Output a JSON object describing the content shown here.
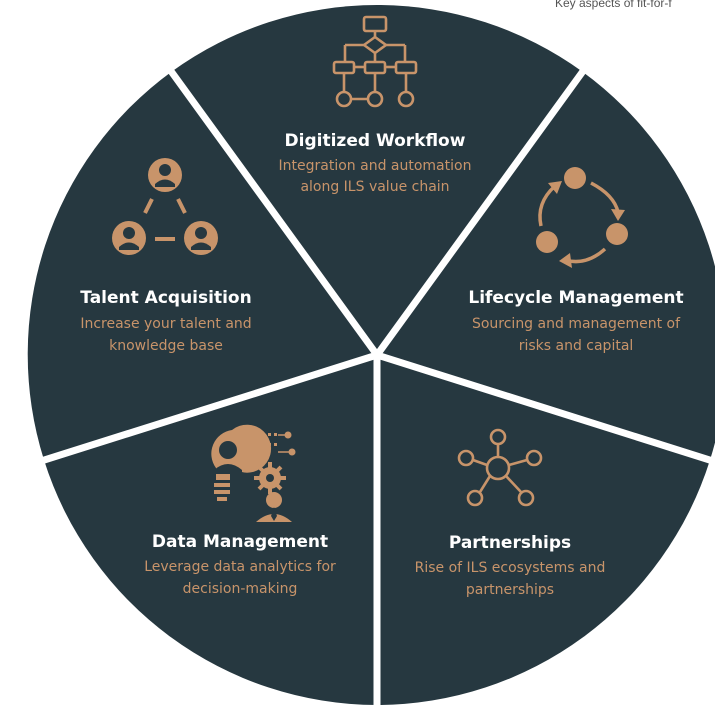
{
  "caption": "Key aspects of fit-for-f",
  "colors": {
    "segment": "#263840",
    "accent": "#c8946a",
    "divider": "#ffffff",
    "title": "#ffffff"
  },
  "segments": [
    {
      "title": "Digitized Workflow",
      "desc1": "Integration and automation",
      "desc2": "along ILS value chain",
      "icon": "flowchart-icon"
    },
    {
      "title": "Lifecycle Management",
      "desc1": "Sourcing and management of",
      "desc2": "risks and capital",
      "icon": "cycle-arrows-icon"
    },
    {
      "title": "Partnerships",
      "desc1": "Rise of ILS ecosystems and",
      "desc2": "partnerships",
      "icon": "network-icon"
    },
    {
      "title": "Data Management",
      "desc1": "Leverage data analytics for",
      "desc2": "decision-making",
      "icon": "data-analytics-icon"
    },
    {
      "title": "Talent Acquisition",
      "desc1": "Increase your talent and",
      "desc2": "knowledge base",
      "icon": "team-icon"
    }
  ]
}
